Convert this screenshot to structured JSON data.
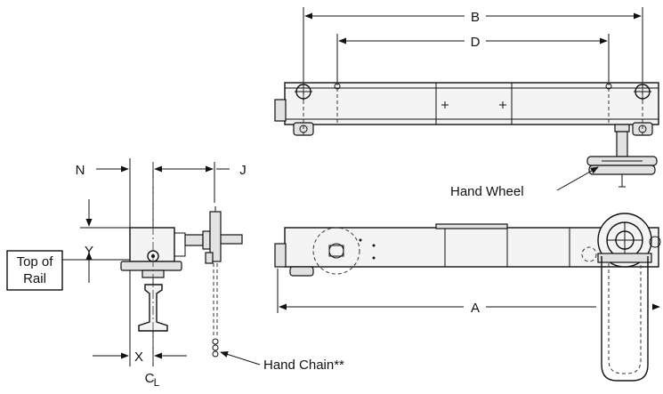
{
  "labels": {
    "B": "B",
    "D": "D",
    "N": "N",
    "J": "J",
    "Y": "Y",
    "X": "X",
    "A": "A",
    "CL": "C",
    "CL_sub": "L",
    "top_of_rail_line1": "Top of",
    "top_of_rail_line2": "Rail",
    "hand_wheel": "Hand Wheel",
    "hand_chain": "Hand Chain**"
  },
  "colors": {
    "line": "#111111",
    "background": "#ffffff"
  }
}
